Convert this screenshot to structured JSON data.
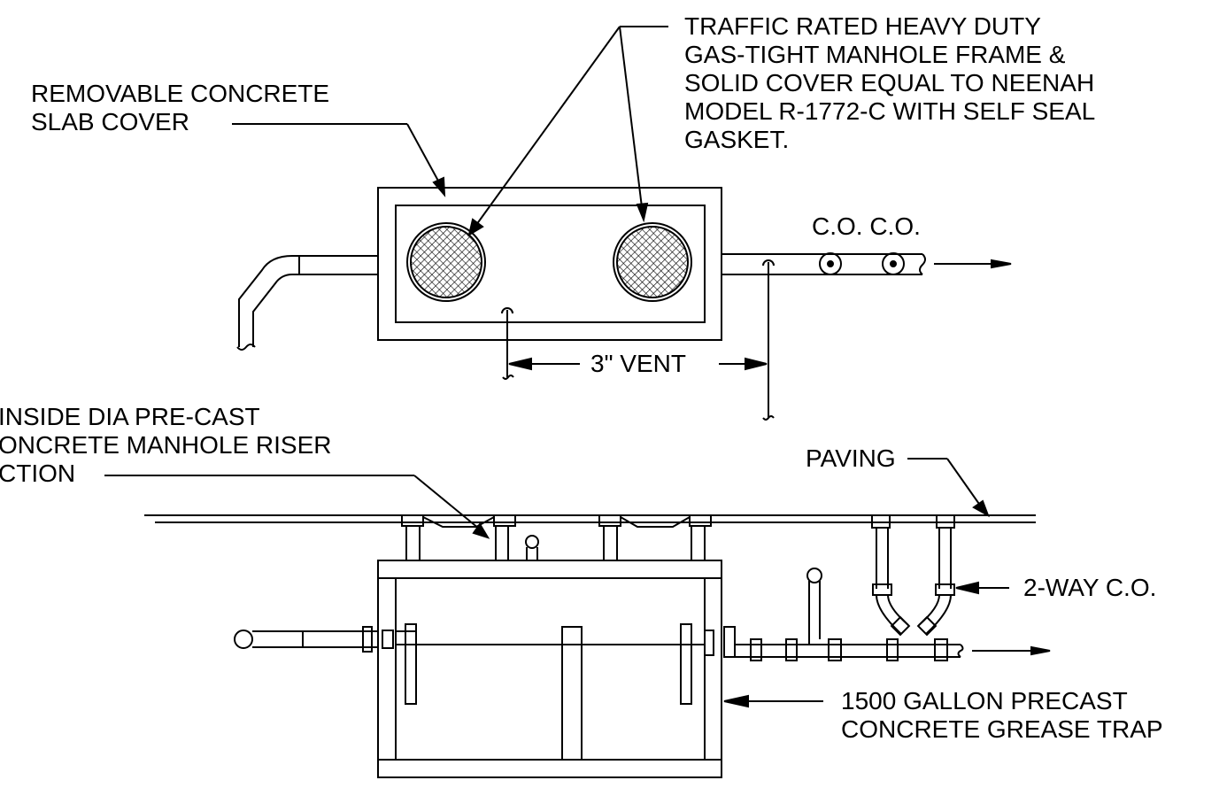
{
  "labels": {
    "traffic_cover": [
      "TRAFFIC RATED HEAVY DUTY",
      "GAS-TIGHT MANHOLE FRAME &",
      "SOLID COVER EQUAL TO  NEENAH",
      "MODEL R-1772-C WITH SELF SEAL",
      "GASKET."
    ],
    "slab_cover": [
      "REMOVABLE CONCRETE",
      "SLAB COVER"
    ],
    "cleanouts": "C.O. C.O.",
    "vent": "3\" VENT",
    "riser_section": [
      " INSIDE DIA PRE-CAST",
      "ONCRETE MANHOLE RISER",
      "CTION"
    ],
    "paving": "PAVING",
    "two_way_co": "2-WAY C.O.",
    "grease_trap": [
      "1500 GALLON PRECAST",
      "CONCRETE GREASE TRAP"
    ]
  },
  "colors": {
    "line": "#000000",
    "background": "#ffffff"
  }
}
